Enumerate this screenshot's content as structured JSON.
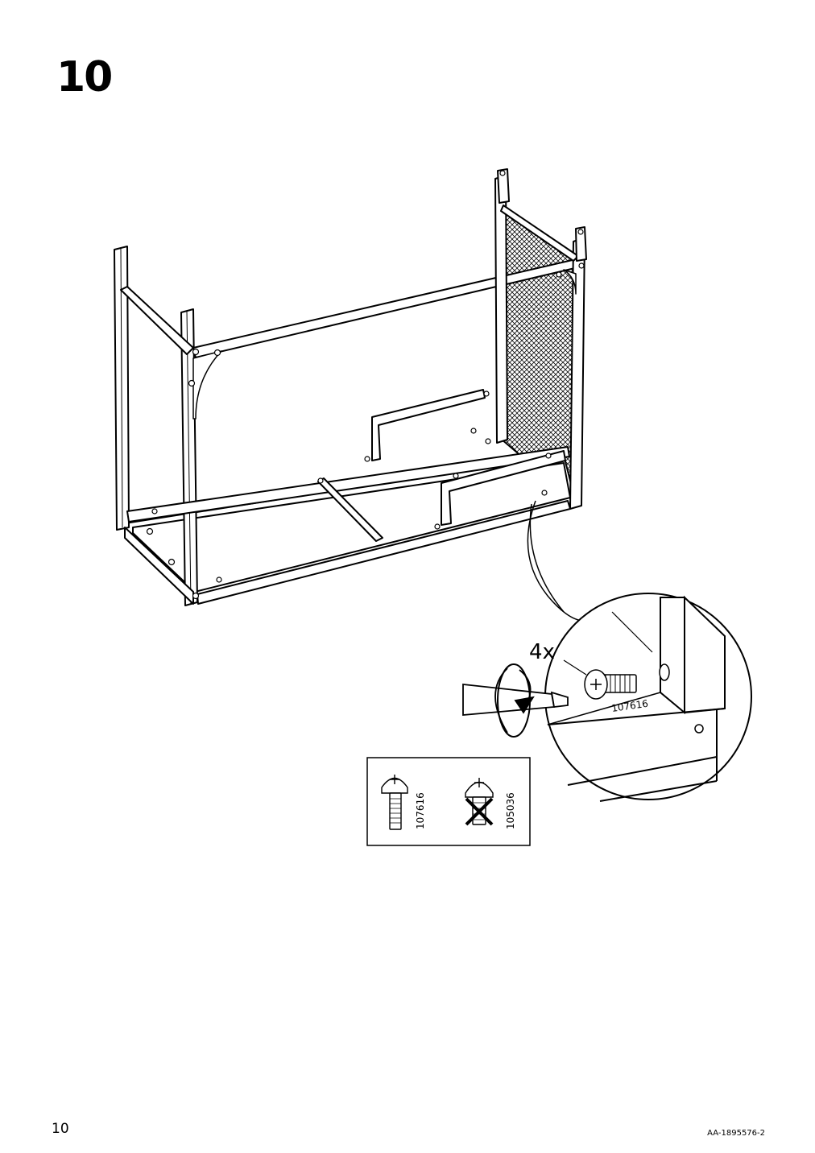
{
  "step": {
    "number": "10"
  },
  "callout": {
    "quantity": "4x",
    "part_number": "107616"
  },
  "parts_box": {
    "correct_part": "107616",
    "wrong_part": "105036"
  },
  "footer": {
    "page_number": "10",
    "document_code": "AA-1895576-2"
  }
}
